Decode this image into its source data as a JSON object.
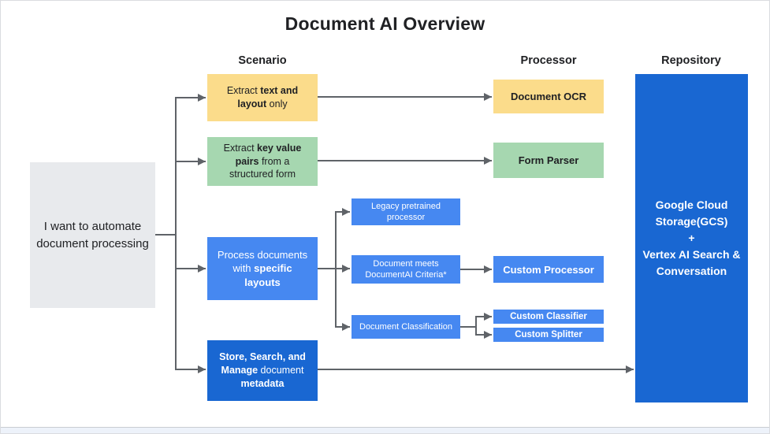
{
  "title": "Document AI Overview",
  "columns": {
    "scenario": "Scenario",
    "processor": "Processor",
    "repository": "Repository"
  },
  "nodes": {
    "start": {
      "text": "I want to automate document processing"
    },
    "extract_text_layout": {
      "pre": "Extract ",
      "bold": "text and layout",
      "post": " only"
    },
    "extract_key_value": {
      "pre": "Extract ",
      "bold": "key value pairs",
      "post": " from a structured form"
    },
    "process_specific_layouts": {
      "pre": "Process documents with ",
      "bold": "specific layouts",
      "post": ""
    },
    "store_search_manage": {
      "bold1": "Store, Search, and Manage",
      "mid": " document ",
      "bold2": "metadata"
    },
    "legacy_pretrained": {
      "text": "Legacy pretrained processor"
    },
    "document_meets_criteria": {
      "text": "Document meets DocumentAI Criteria*"
    },
    "document_classification": {
      "text": "Document Classification"
    },
    "document_ocr": {
      "text": "Document OCR"
    },
    "form_parser": {
      "text": "Form Parser"
    },
    "custom_processor": {
      "text": "Custom Processor"
    },
    "custom_classifier": {
      "text": "Custom Classifier"
    },
    "custom_splitter": {
      "text": "Custom Splitter"
    },
    "repository_box": {
      "line1": "Google Cloud Storage(GCS)",
      "line2": "+",
      "line3": "Vertex AI Search & Conversation"
    }
  },
  "colors": {
    "yellow": "#FBDC8B",
    "green": "#A6D7B0",
    "blue": "#4688F1",
    "dark_blue": "#1967D2",
    "gray": "#E8EAED",
    "connector": "#5F6368",
    "text_dark": "#202124",
    "text_light": "#FFFFFF",
    "canvas": "#FFFFFF",
    "footer_strip": "#EDF2FA"
  }
}
